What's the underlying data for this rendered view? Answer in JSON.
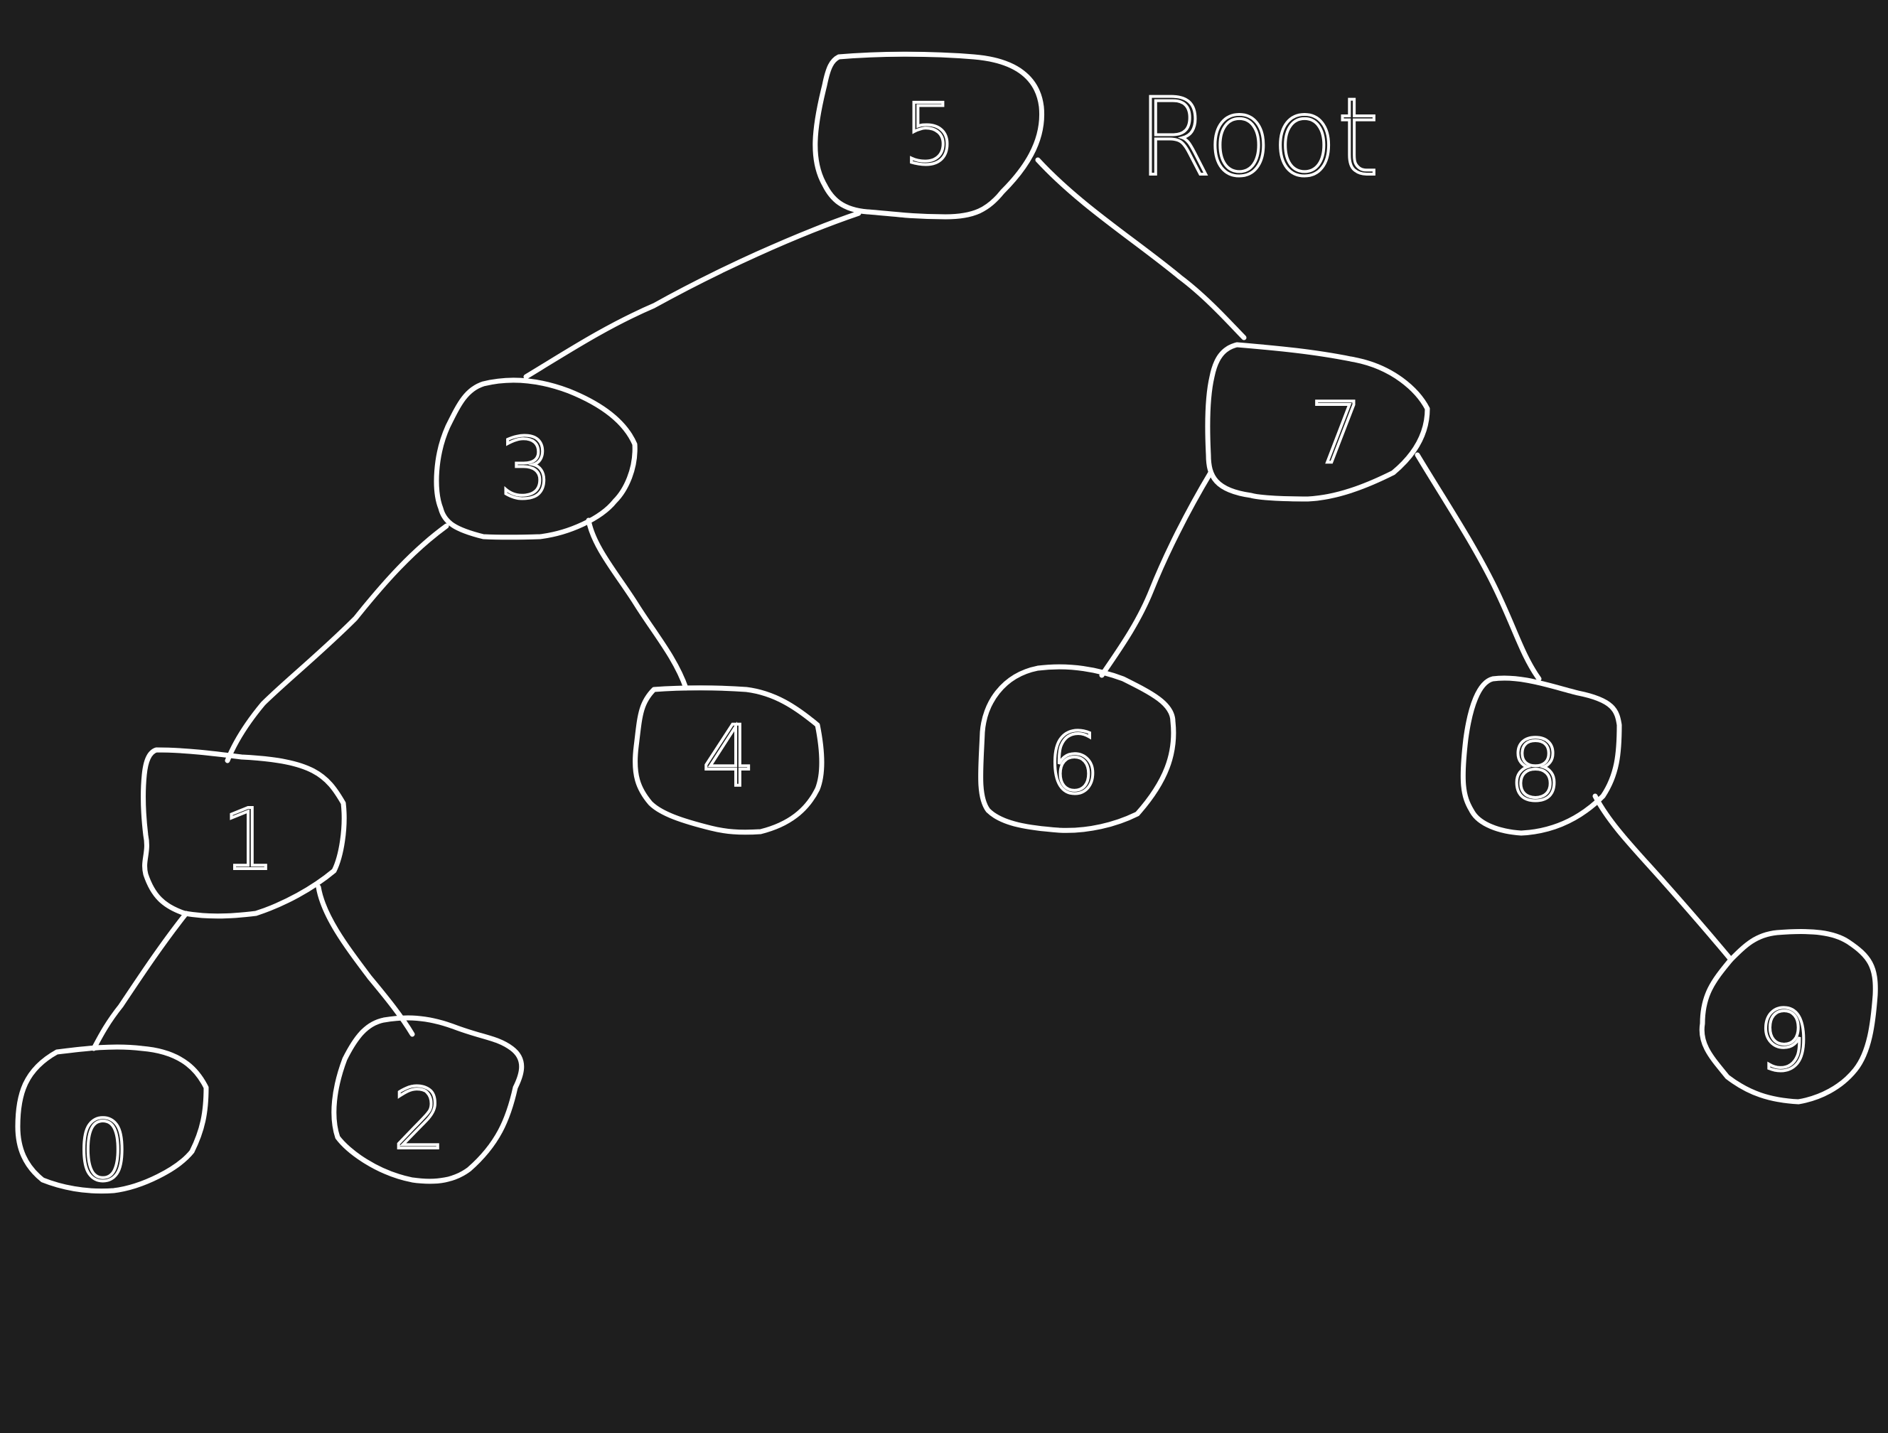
{
  "annotation": {
    "text": "Root"
  },
  "tree": {
    "nodes": [
      {
        "id": "n5",
        "label": "5"
      },
      {
        "id": "n3",
        "label": "3"
      },
      {
        "id": "n7",
        "label": "7"
      },
      {
        "id": "n1",
        "label": "1"
      },
      {
        "id": "n4",
        "label": "4"
      },
      {
        "id": "n6",
        "label": "6"
      },
      {
        "id": "n8",
        "label": "8"
      },
      {
        "id": "n0",
        "label": "0"
      },
      {
        "id": "n2",
        "label": "2"
      },
      {
        "id": "n9",
        "label": "9"
      }
    ],
    "edges": [
      {
        "from": "n5",
        "to": "n3"
      },
      {
        "from": "n5",
        "to": "n7"
      },
      {
        "from": "n3",
        "to": "n1"
      },
      {
        "from": "n3",
        "to": "n4"
      },
      {
        "from": "n7",
        "to": "n6"
      },
      {
        "from": "n7",
        "to": "n8"
      },
      {
        "from": "n1",
        "to": "n0"
      },
      {
        "from": "n1",
        "to": "n2"
      },
      {
        "from": "n8",
        "to": "n9"
      }
    ]
  },
  "colors": {
    "background": "#1e1e1e",
    "ink": "#ffffff"
  }
}
